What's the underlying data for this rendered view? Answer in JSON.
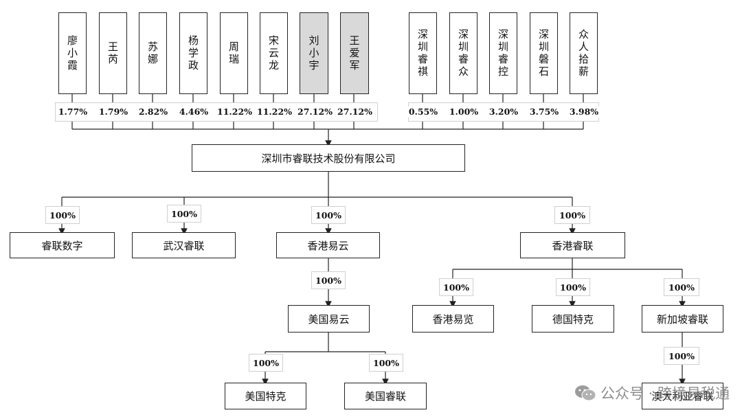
{
  "shareholders": [
    {
      "name": "廖小霞",
      "pct": "1.77%",
      "highlight": false
    },
    {
      "name": "王芮",
      "pct": "1.79%",
      "highlight": false
    },
    {
      "name": "苏娜",
      "pct": "2.82%",
      "highlight": false
    },
    {
      "name": "杨学政",
      "pct": "4.46%",
      "highlight": false
    },
    {
      "name": "周瑞",
      "pct": "11.22%",
      "highlight": false
    },
    {
      "name": "宋云龙",
      "pct": "11.22%",
      "highlight": false
    },
    {
      "name": "刘小宇",
      "pct": "27.12%",
      "highlight": true
    },
    {
      "name": "王爱军",
      "pct": "27.12%",
      "highlight": true
    },
    {
      "name": "深圳睿祺",
      "pct": "0.55%",
      "highlight": false
    },
    {
      "name": "深圳睿众",
      "pct": "1.00%",
      "highlight": false
    },
    {
      "name": "深圳睿控",
      "pct": "3.20%",
      "highlight": false
    },
    {
      "name": "深圳磐石",
      "pct": "3.75%",
      "highlight": false
    },
    {
      "name": "众人拾薪",
      "pct": "3.98%",
      "highlight": false
    }
  ],
  "parent": {
    "name": "深圳市睿联技术股份有限公司"
  },
  "subsidiaries": {
    "ruilian_digital": {
      "name": "睿联数字",
      "pct": "100%"
    },
    "wuhan_ruilian": {
      "name": "武汉睿联",
      "pct": "100%"
    },
    "hk_yiyun": {
      "name": "香港易云",
      "pct": "100%"
    },
    "hk_ruilian": {
      "name": "香港睿联",
      "pct": "100%"
    },
    "us_yiyun": {
      "name": "美国易云",
      "pct": "100%"
    },
    "hk_yilan": {
      "name": "香港易览",
      "pct": "100%"
    },
    "de_teke": {
      "name": "德国特克",
      "pct": "100%"
    },
    "sg_ruilian": {
      "name": "新加坡睿联",
      "pct": "100%"
    },
    "us_teke": {
      "name": "美国特克",
      "pct": "100%"
    },
    "us_ruilian": {
      "name": "美国睿联",
      "pct": "100%"
    },
    "au_ruilian": {
      "name": "澳大利亚睿联",
      "pct": "100%"
    }
  },
  "watermark": {
    "text": "公众号 · 跨境易税通"
  },
  "colors": {
    "line": "#222222",
    "highlight": "#d9d9d9",
    "box_border": "#222222"
  }
}
